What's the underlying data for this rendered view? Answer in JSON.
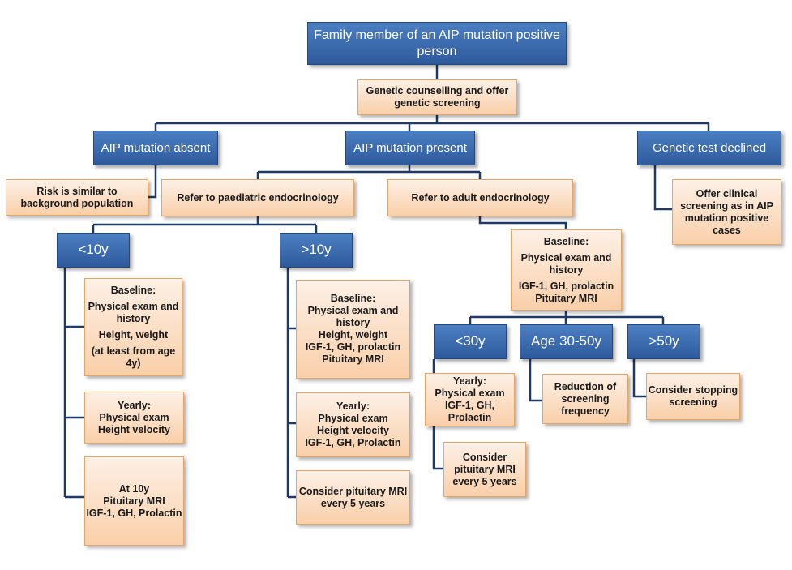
{
  "colors": {
    "header": "#3a6ab0",
    "panel": "#fbe0c8",
    "connector": "#1f3a66"
  },
  "nodes": {
    "root": "Family member of an AIP mutation positive person",
    "counselling": "Genetic counselling and offer genetic screening",
    "absent": "AIP mutation absent",
    "present": "AIP mutation present",
    "declined": "Genetic test declined",
    "risk": "Risk is similar to background population",
    "paed": "Refer to paediatric endocrinology",
    "adult": "Refer to adult endocrinology",
    "offer": "Offer clinical screening as in AIP mutation positive cases",
    "lt10": "<10y",
    "gt10": ">10y",
    "adult_baseline": [
      "Baseline:",
      "Physical exam and history",
      "IGF-1, GH, prolactin",
      "Pituitary MRI"
    ],
    "lt10_baseline": [
      "Baseline:",
      "Physical exam and history",
      "Height, weight",
      "(at least from age 4y)"
    ],
    "lt10_yearly": [
      "Yearly:",
      "Physical exam",
      "Height velocity"
    ],
    "lt10_at10": [
      "At 10y",
      "Pituitary MRI",
      "IGF-1, GH, Prolactin"
    ],
    "gt10_baseline": [
      "Baseline:",
      "Physical exam and history",
      "Height, weight",
      "IGF-1, GH, prolactin",
      "Pituitary MRI"
    ],
    "gt10_yearly": [
      "Yearly:",
      "Physical exam",
      "Height velocity",
      "IGF-1, GH, Prolactin"
    ],
    "gt10_mri": "Consider pituitary MRI every 5 years",
    "lt30": "<30y",
    "age3050": "Age 30-50y",
    "gt50": ">50y",
    "lt30_yearly": [
      "Yearly:",
      "Physical exam",
      "IGF-1, GH, Prolactin"
    ],
    "lt30_mri": "Consider pituitary MRI every 5 years",
    "reduction": "Reduction of screening frequency",
    "stopping": "Consider stopping screening"
  }
}
